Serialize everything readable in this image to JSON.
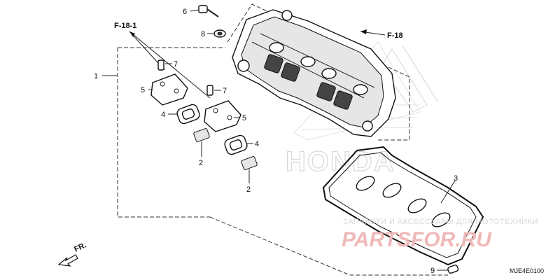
{
  "callouts": {
    "p1": "1",
    "p2a": "2",
    "p2b": "2",
    "p3": "3",
    "p4a": "4",
    "p4b": "4",
    "p5a": "5",
    "p5b": "5",
    "p6": "6",
    "p7a": "7",
    "p7b": "7",
    "p8": "8",
    "p9": "9"
  },
  "references": {
    "f18_1": "F-18-1",
    "f18": "F-18",
    "front": "FR."
  },
  "diagram_code": "MJE4E0100",
  "watermark": {
    "caption": "ЗАПЧАСТИ И АКСЕССУАРЫ ДЛЯ МОТОТЕХНИКИ",
    "brand": "PARTSFOR.RU",
    "background_logo": "HONDA"
  },
  "colors": {
    "line": "#111111",
    "watermark_red": "#f0b9b9",
    "watermark_gray": "#d9d9d9"
  }
}
